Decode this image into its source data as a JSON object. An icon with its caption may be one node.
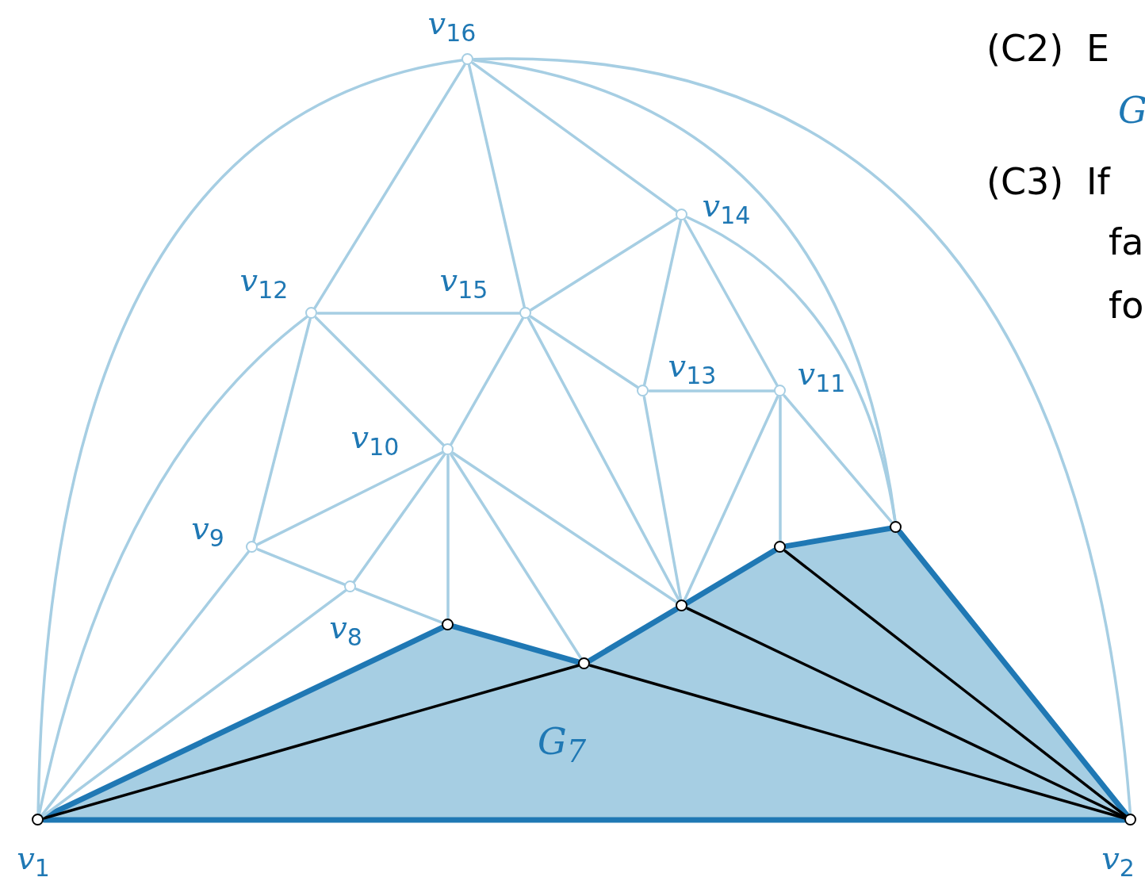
{
  "diagram": {
    "nodes": [
      {
        "text": [],
        "shape": "circle",
        "beside": [
          "v$_{1}$"
        ]
      },
      {
        "text": [],
        "shape": "circle",
        "beside": [
          "v$_{2}$"
        ]
      },
      {
        "text": [],
        "shape": "circle"
      },
      {
        "text": [],
        "shape": "circle"
      },
      {
        "text": [],
        "shape": "circle"
      },
      {
        "text": [],
        "shape": "circle"
      },
      {
        "text": [],
        "shape": "circle"
      },
      {
        "text": [],
        "shape": "circle",
        "beside": [
          "v$_{8}$"
        ]
      },
      {
        "text": [],
        "shape": "circle",
        "beside": [
          "v$_{9}$"
        ]
      },
      {
        "text": [],
        "shape": "circle",
        "beside": [
          "v$_{10}$"
        ]
      },
      {
        "text": [],
        "shape": "circle",
        "beside": [
          "v$_{11}$"
        ]
      },
      {
        "text": [],
        "shape": "circle",
        "beside": [
          "v$_{12}$"
        ]
      },
      {
        "text": [],
        "shape": "circle",
        "beside": [
          "v$_{13}$"
        ]
      },
      {
        "text": [],
        "shape": "circle",
        "beside": [
          "v$_{14}$"
        ]
      },
      {
        "text": [],
        "shape": "circle",
        "beside": [
          "v$_{15}$"
        ]
      },
      {
        "text": [],
        "shape": "circle",
        "beside": [
          "v$_{16}$"
        ]
      }
    ],
    "edges": [
      {
        "from": 0,
        "to": 2,
        "arrow": "none",
        "style": "thick",
        "color": "#1f78b4"
      },
      {
        "from": 2,
        "to": 3,
        "arrow": "none",
        "style": "thick",
        "color": "#1f78b4"
      },
      {
        "from": 3,
        "to": 4,
        "arrow": "none",
        "style": "thick",
        "color": "#1f78b4"
      },
      {
        "from": 4,
        "to": 5,
        "arrow": "none",
        "style": "thick",
        "color": "#1f78b4"
      },
      {
        "from": 5,
        "to": 6,
        "arrow": "none",
        "style": "thick",
        "color": "#1f78b4"
      },
      {
        "from": 6,
        "to": 1,
        "arrow": "none",
        "style": "thick",
        "color": "#1f78b4"
      },
      {
        "from": 0,
        "to": 1,
        "arrow": "none",
        "style": "thick",
        "color": "#1f78b4"
      },
      {
        "from": 0,
        "to": 3,
        "arrow": "none",
        "color": "#000000"
      },
      {
        "from": 3,
        "to": 1,
        "arrow": "none",
        "color": "#000000"
      },
      {
        "from": 4,
        "to": 1,
        "arrow": "none",
        "color": "#000000"
      },
      {
        "from": 5,
        "to": 1,
        "arrow": "none",
        "color": "#000000"
      },
      {
        "from": 15,
        "to": 0,
        "arrow": "none"
      },
      {
        "from": 15,
        "to": 11,
        "arrow": "none"
      },
      {
        "from": 15,
        "to": 14,
        "arrow": "none"
      },
      {
        "from": 15,
        "to": 13,
        "arrow": "none"
      },
      {
        "from": 15,
        "to": 6,
        "arrow": "none"
      },
      {
        "from": 15,
        "to": 1,
        "arrow": "none"
      },
      {
        "from": 11,
        "to": 0,
        "arrow": "none"
      },
      {
        "from": 11,
        "to": 14,
        "arrow": "none"
      },
      {
        "from": 11,
        "to": 8,
        "arrow": "none"
      },
      {
        "from": 11,
        "to": 9,
        "arrow": "none"
      },
      {
        "from": 14,
        "to": 13,
        "arrow": "none"
      },
      {
        "from": 14,
        "to": 9,
        "arrow": "none"
      },
      {
        "from": 14,
        "to": 12,
        "arrow": "none"
      },
      {
        "from": 14,
        "to": 4,
        "arrow": "none"
      },
      {
        "from": 13,
        "to": 12,
        "arrow": "none"
      },
      {
        "from": 13,
        "to": 10,
        "arrow": "none"
      },
      {
        "from": 13,
        "to": 6,
        "arrow": "none"
      },
      {
        "from": 12,
        "to": 10,
        "arrow": "none"
      },
      {
        "from": 12,
        "to": 4,
        "arrow": "none"
      },
      {
        "from": 10,
        "to": 4,
        "arrow": "none"
      },
      {
        "from": 10,
        "to": 5,
        "arrow": "none"
      },
      {
        "from": 10,
        "to": 6,
        "arrow": "none"
      },
      {
        "from": 9,
        "to": 8,
        "arrow": "none"
      },
      {
        "from": 9,
        "to": 7,
        "arrow": "none"
      },
      {
        "from": 9,
        "to": 2,
        "arrow": "none"
      },
      {
        "from": 9,
        "to": 3,
        "arrow": "none"
      },
      {
        "from": 9,
        "to": 4,
        "arrow": "none"
      },
      {
        "from": 8,
        "to": 0,
        "arrow": "none"
      },
      {
        "from": 8,
        "to": 7,
        "arrow": "none"
      },
      {
        "from": 7,
        "to": 0,
        "arrow": "none"
      },
      {
        "from": 7,
        "to": 2,
        "arrow": "none"
      }
    ],
    "labels": [
      "(C2) E",
      "G",
      "(C3) If",
      "fa",
      "fo",
      "G$_{7}$"
    ]
  }
}
